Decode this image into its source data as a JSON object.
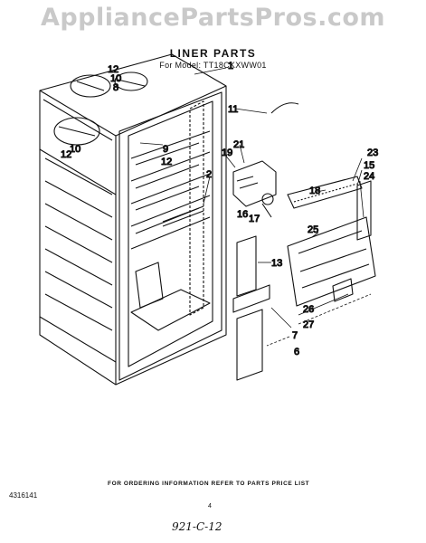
{
  "watermark": "AppliancePartsPros.com",
  "title": "LINER PARTS",
  "model": "For Model: TT18CKXWW01",
  "parts": {
    "p1": "1",
    "p2": "2",
    "p6": "6",
    "p7": "7",
    "p8": "8",
    "p9": "9",
    "p10a": "10",
    "p10b": "10",
    "p11": "11",
    "p12a": "12",
    "p12b": "12",
    "p12c": "12",
    "p13": "13",
    "p15": "15",
    "p16": "16",
    "p17": "17",
    "p18": "18",
    "p19": "19",
    "p21": "21",
    "p23": "23",
    "p24": "24",
    "p25": "25",
    "p26": "26",
    "p27": "27"
  },
  "footer": "FOR ORDERING INFORMATION REFER TO PARTS PRICE LIST",
  "doc_number": "4316141",
  "page_number": "4",
  "handwritten_note": "921-C-12"
}
